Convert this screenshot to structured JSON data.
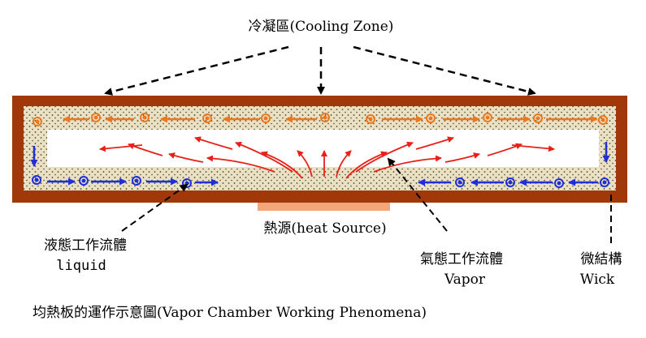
{
  "labels": {
    "cooling_zone": "冷凝區(Cooling Zone)",
    "heat_source": "熱源(heat Source)",
    "liquid_zh": "液態工作流體",
    "liquid_en": "liquid",
    "vapor_zh": "氣態工作流體",
    "vapor_en": "Vapor",
    "wick_zh": "微結構",
    "wick_en": "Wick"
  },
  "caption": "均熱板的運作示意圖(Vapor Chamber Working Phenomena)",
  "colors": {
    "casing": "#a0380a",
    "wick_fill": "#ece0c4",
    "wick_dot": "#3d4a2a",
    "heat_source": "#f4a57a",
    "condensing_flow": "#e9781e",
    "liquid_flow": "#1f2fd8",
    "vapor_flow": "#e82018",
    "leader_line": "#000000"
  }
}
